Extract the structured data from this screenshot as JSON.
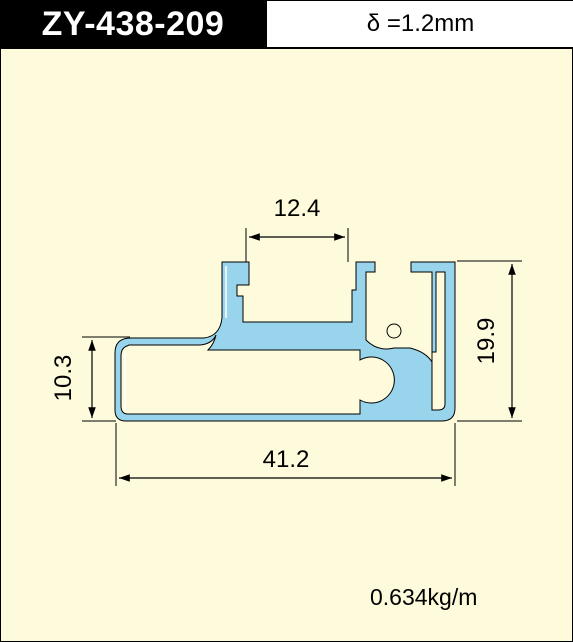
{
  "header": {
    "code": "ZY-438-209",
    "thickness": "δ =1.2mm"
  },
  "dimensions": {
    "top_width": "12.4",
    "right_height": "19.9",
    "left_height": "10.3",
    "overall_width": "41.2"
  },
  "weight": "0.634kg/m",
  "colors": {
    "profile_fill": "#98d4ec",
    "background": "#fefadc",
    "line": "#000000"
  }
}
